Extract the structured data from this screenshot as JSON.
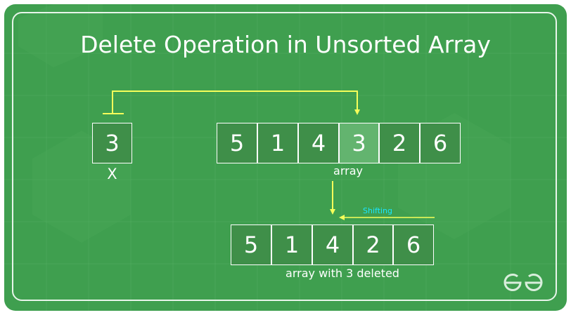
{
  "title": "Delete Operation in Unsorted Array",
  "x_box": {
    "value": "3",
    "label": "X"
  },
  "array": {
    "values": [
      "5",
      "1",
      "4",
      "3",
      "2",
      "6"
    ],
    "highlight_index": 3,
    "label": "array"
  },
  "result": {
    "values": [
      "5",
      "1",
      "4",
      "2",
      "6"
    ],
    "label": "array with 3 deleted"
  },
  "shifting_label": "Shifting",
  "colors": {
    "background": "#3f9f4f",
    "cell": "#3f8f49",
    "highlight_cell": "#63b46f",
    "arrow": "#f6ff5a",
    "shifting_text": "#19e6ff"
  },
  "logo": "gfg-logo"
}
